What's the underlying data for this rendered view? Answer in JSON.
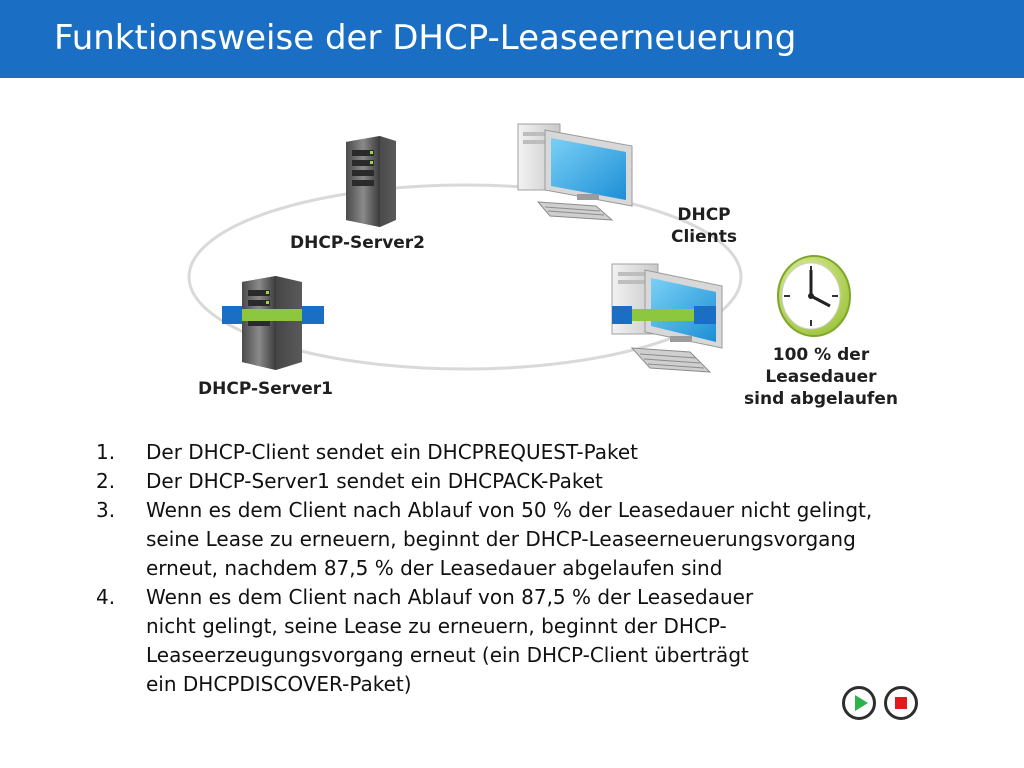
{
  "slide": {
    "title": "Funktionsweise der DHCP-Leaseerneuerung"
  },
  "diagram": {
    "server2_label": "DHCP-Server2",
    "server1_label": "DHCP-Server1",
    "clients_label_line1": "DHCP",
    "clients_label_line2": "Clients",
    "clock_label_line1": "100 % der",
    "clock_label_line2": "Leasedauer",
    "clock_label_line3": "sind abgelaufen"
  },
  "steps": [
    {
      "num": "1.",
      "lines": [
        "Der DHCP-Client sendet ein DHCPREQUEST-Paket"
      ]
    },
    {
      "num": "2.",
      "lines": [
        "Der DHCP-Server1 sendet ein DHCPACK-Paket"
      ]
    },
    {
      "num": "3.",
      "lines": [
        "Wenn es dem Client nach Ablauf von 50 % der Leasedauer nicht gelingt,",
        "seine Lease zu erneuern, beginnt der DHCP-Leaseerneuerungsvorgang",
        "erneut, nachdem 87,5 % der Leasedauer abgelaufen sind"
      ]
    },
    {
      "num": "4.",
      "lines": [
        "Wenn es dem Client nach Ablauf von 87,5 % der Leasedauer",
        "nicht gelingt, seine Lease zu erneuern, beginnt der DHCP-",
        "Leaseerzeugungsvorgang erneut (ein DHCP-Client überträgt",
        "ein DHCPDISCOVER-Paket)"
      ]
    }
  ],
  "colors": {
    "title_bar": "#1a6fc4",
    "packet_blue": "#1a6fc4",
    "packet_green": "#8dc63f",
    "play_green": "#2cb34a",
    "stop_red": "#e01b1b"
  }
}
